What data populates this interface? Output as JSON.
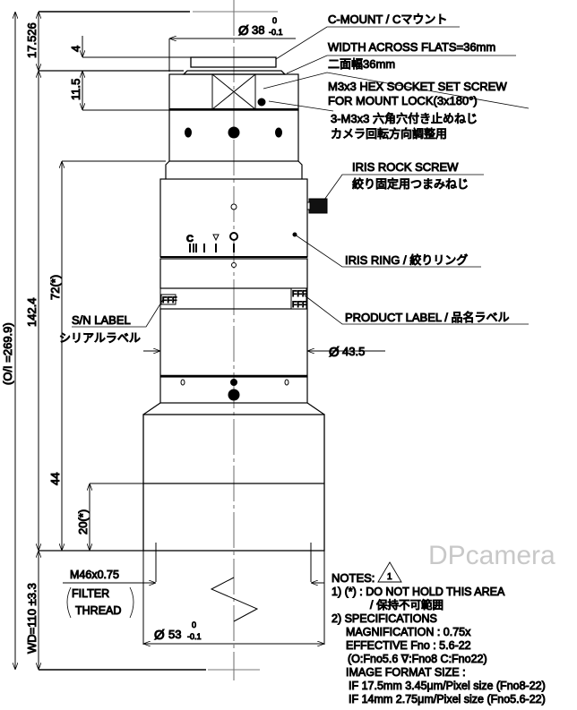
{
  "title_callouts": {
    "c_mount": "C-MOUNT / Cマウント",
    "flats_en": "WIDTH ACROSS FLATS=36mm",
    "flats_jp": "二面幅36mm",
    "set_screw_1": "M3x3 HEX SOCKET SET SCREW",
    "set_screw_2": "FOR MOUNT LOCK(3x180°)",
    "set_screw_jp1": "3-M3x3 六角穴付き止めねじ",
    "set_screw_jp2": "カメラ回転方向調整用",
    "iris_lock_en": "IRIS ROCK SCREW",
    "iris_lock_jp": "絞り固定用つまみねじ",
    "iris_ring": "IRIS RING / 絞りリング",
    "product_label": "PRODUCT LABEL / 品名ラベル",
    "sn_label_en": "S/N LABEL",
    "sn_label_jp": "シリアルラベル",
    "iris_marks": "C",
    "label_text_small": "FFF"
  },
  "dimensions": {
    "d38": "38",
    "d38_upper": "0",
    "d38_lower": "-0.1",
    "d43": "43.5",
    "d53": "53",
    "d53_upper": "0",
    "d53_lower": "-0.1",
    "diameter_symbol": "Ø",
    "h17": "17.526",
    "h4": "4",
    "h11": "11.5",
    "h142": "142.4",
    "h72": "72(*)",
    "h44": "44",
    "h20": "20(*)",
    "oi": "(O/I =269.9)",
    "wd": "WD=110 ±3.3",
    "filter_1": "M46x0.75",
    "filter_2": "FILTER",
    "filter_3": "THREAD"
  },
  "notes": {
    "heading": "NOTES:",
    "rev": "1",
    "lines": [
      "1) (*) : DO NOT HOLD THIS AREA",
      "/ 保持不可範囲",
      "2) SPECIFICATIONS",
      "MAGNIFICATION : 0.75x",
      "EFFECTIVE Fno : 5.6-22",
      "(O:Fno5.6  ∇:Fno8  C:Fno22)",
      "IMAGE FORMAT SIZE :",
      "IF 17.5mm 3.45μm/Pixel size (Fno8-22)",
      "IF 14mm 2.75μm/Pixel size (Fno5.6-22)"
    ]
  },
  "watermark": "DPcamera"
}
